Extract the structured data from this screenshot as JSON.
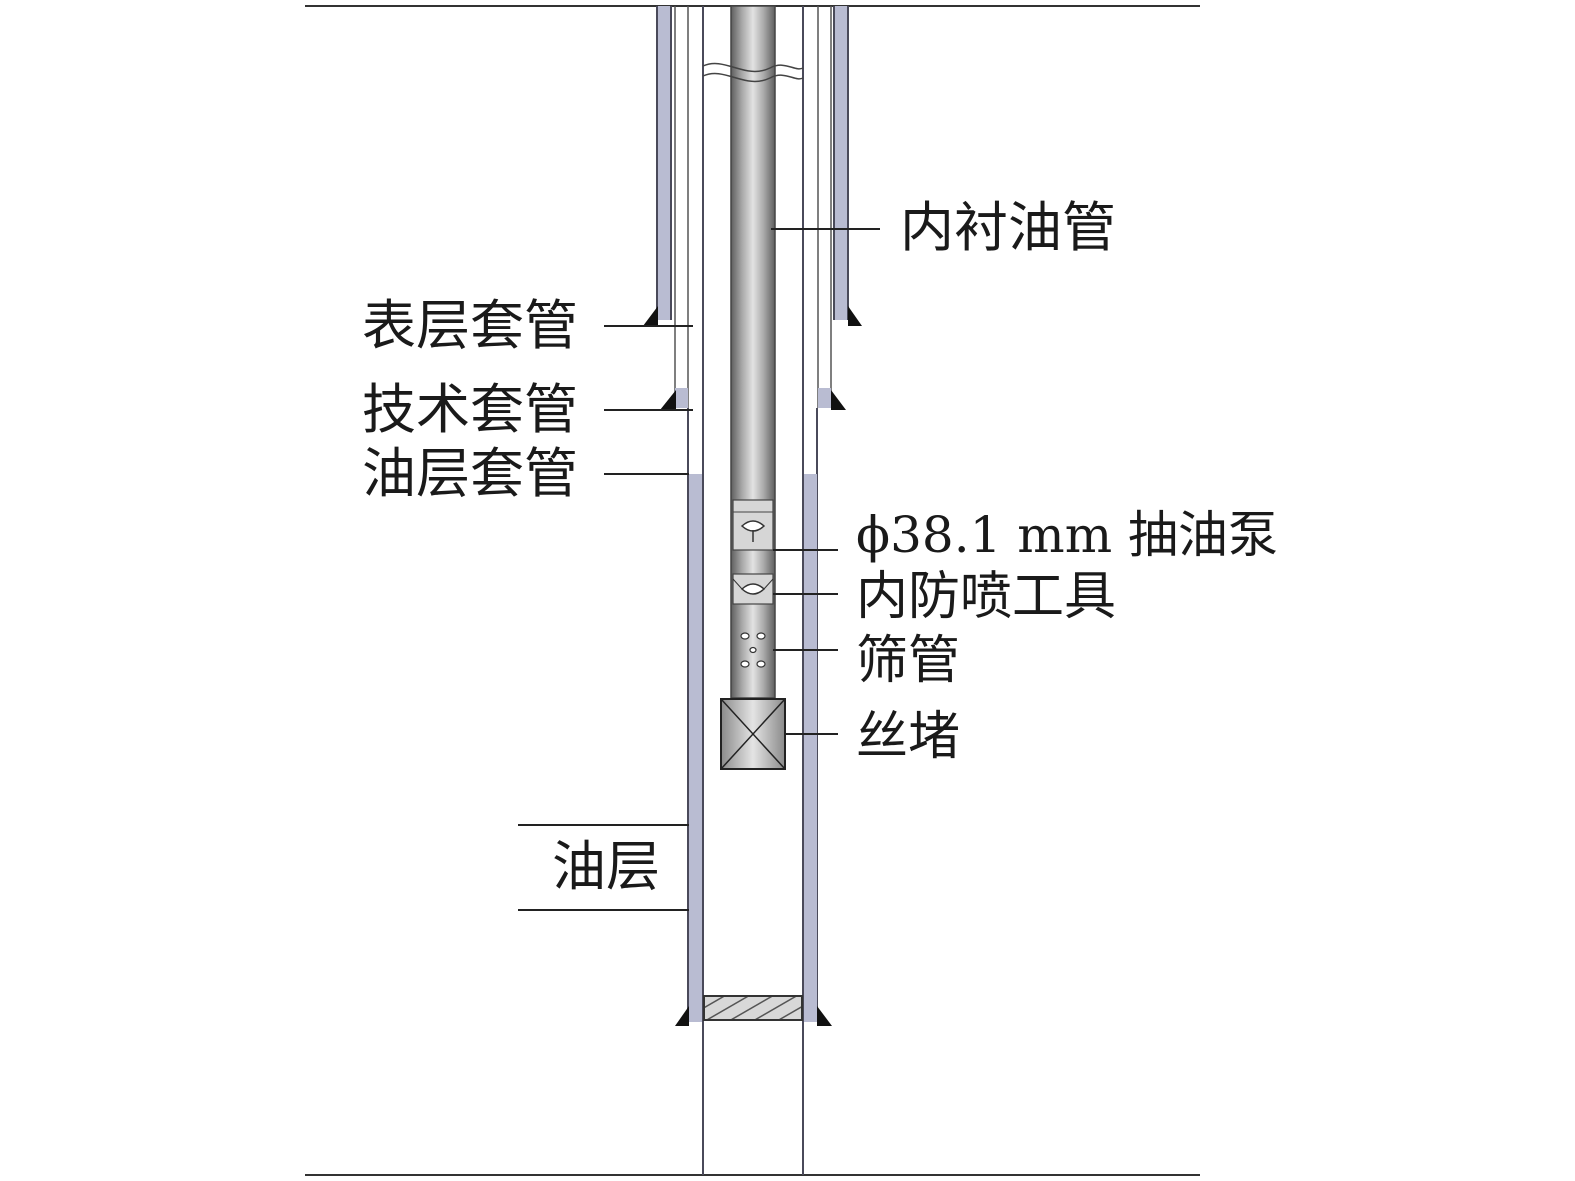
{
  "diagram": {
    "title": "",
    "labels": {
      "inner_tubing": "内衬油管",
      "surface_casing": "表层套管",
      "technical_casing": "技术套管",
      "production_casing": "油层套管",
      "pump": "ϕ38.1 mm 抽油泵",
      "anti_blowout_tool": "内防喷工具",
      "screen_pipe": "筛管",
      "plug": "丝堵",
      "reservoir": "油层"
    },
    "colors": {
      "casing_wall": "#b9bcd2",
      "casing_edge": "#4a4a5a",
      "tubing_dark": "#666666",
      "tubing_light": "#d8d8d8",
      "line": "#222222"
    }
  }
}
